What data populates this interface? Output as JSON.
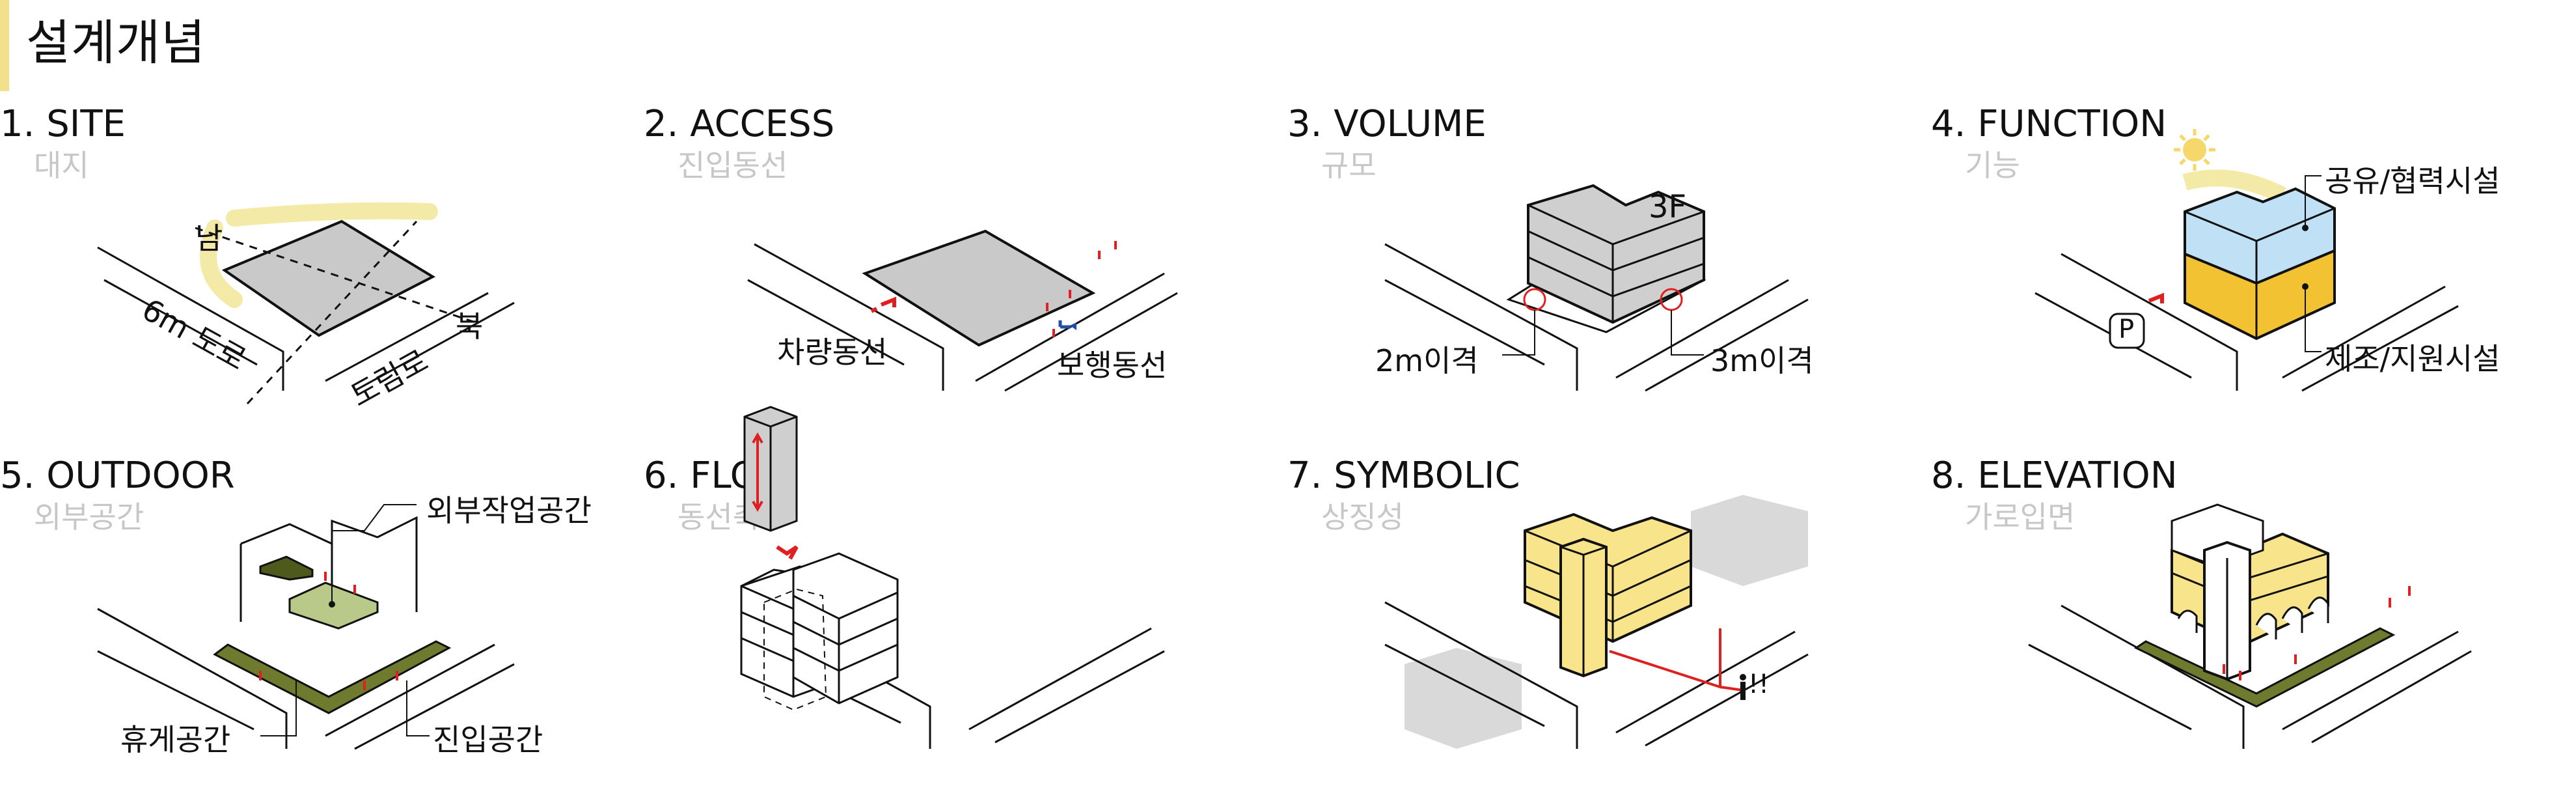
{
  "page_title": "설계개념",
  "panels": [
    {
      "num": "1.",
      "title": "SITE",
      "subtitle": "대지",
      "labels": {
        "north": "북",
        "south": "남",
        "road6m": "6m 도로",
        "dorim": "도림로"
      }
    },
    {
      "num": "2.",
      "title": "ACCESS",
      "subtitle": "진입동선",
      "labels": {
        "car": "차량동선",
        "walk": "보행동선"
      }
    },
    {
      "num": "3.",
      "title": "VOLUME",
      "subtitle": "규모",
      "labels": {
        "floors": "3F",
        "gap2": "2m이격",
        "gap3": "3m이격"
      }
    },
    {
      "num": "4.",
      "title": "FUNCTION",
      "subtitle": "기능",
      "labels": {
        "shared": "공유/협력시설",
        "mfg": "제조/지원시설",
        "parking": "P"
      }
    },
    {
      "num": "5.",
      "title": "OUTDOOR",
      "subtitle": "외부공간",
      "labels": {
        "outer": "외부작업공간",
        "rest": "휴게공간",
        "entry": "진입공간"
      }
    },
    {
      "num": "6.",
      "title": "FLOW",
      "subtitle": "동선축",
      "labels": {}
    },
    {
      "num": "7.",
      "title": "SYMBOLIC",
      "subtitle": "상징성",
      "labels": {
        "mark": "!!"
      }
    },
    {
      "num": "8.",
      "title": "ELEVATION",
      "subtitle": "가로입면",
      "labels": {}
    }
  ],
  "colors": {
    "accent_red": "#e02020",
    "walk_blue": "#1f4fa8",
    "site_gray": "#c9c9c9",
    "shared_blue": "#bfe0f5",
    "mfg_yellow": "#f3c233",
    "outdoor_green": "#6e7a2d",
    "symbolic_yellow": "#f8e48a",
    "title_bar": "#f1e08c"
  }
}
